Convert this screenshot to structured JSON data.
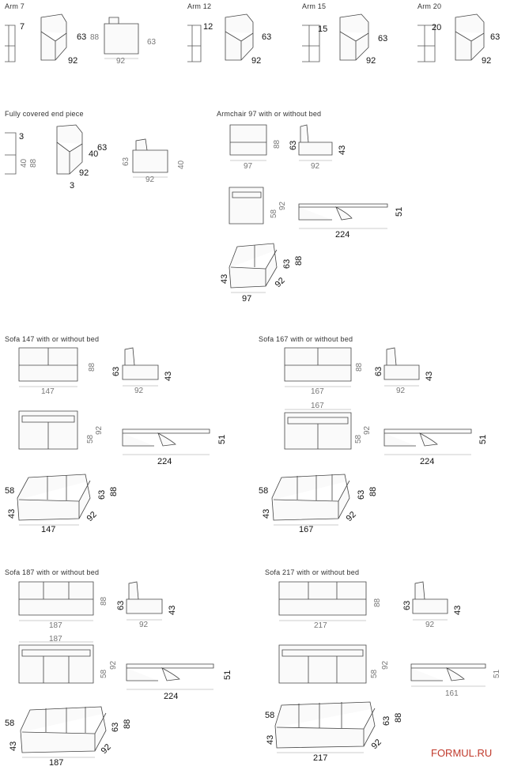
{
  "brand": "FORMUL.RU",
  "arms": [
    {
      "title": "Arm 7",
      "arm": "7",
      "height": "63",
      "total": "88",
      "depth": "92",
      "height2": "63",
      "width": "92"
    },
    {
      "title": "Arm 12",
      "arm": "12",
      "height": "63",
      "depth": "92"
    },
    {
      "title": "Arm 15",
      "arm": "15",
      "height": "63",
      "depth": "92"
    },
    {
      "title": "Arm 20",
      "arm": "20",
      "height": "63",
      "depth": "92"
    }
  ],
  "end_piece": {
    "title": "Fully covered end piece",
    "arm": "3",
    "seat": "40",
    "total": "88",
    "a40": "40",
    "a63": "63",
    "depth": "92",
    "bottom": "3",
    "side_h": "63",
    "side_h2": "40",
    "width": "92"
  },
  "armchair": {
    "title": "Armchair 97 with or without bed",
    "front_w": "97",
    "front_h": "88",
    "side_back": "63",
    "side_seat": "43",
    "side_w": "92",
    "bed_top_58": "58",
    "bed_top_92": "92",
    "bed_side_h": "51",
    "bed_len": "224",
    "iso_43": "43",
    "iso_63": "63",
    "iso_88": "88",
    "iso_92": "92",
    "iso_w": "97"
  },
  "sofas": [
    {
      "title": "Sofa 147 with or without bed",
      "width": "147",
      "front_h": "88",
      "side_63": "63",
      "side_43": "43",
      "side_w": "92",
      "top_w": "",
      "bed_58": "58",
      "bed_92": "92",
      "bed_51": "51",
      "bed_len": "224",
      "iso_58": "58",
      "iso_43": "43",
      "iso_63": "63",
      "iso_88": "88",
      "iso_92": "92",
      "iso_w": "147"
    },
    {
      "title": "Sofa 167 with or without bed",
      "width": "167",
      "front_h": "88",
      "side_63": "63",
      "side_43": "43",
      "side_w": "92",
      "top_w": "167",
      "bed_58": "58",
      "bed_92": "92",
      "bed_51": "51",
      "bed_len": "224",
      "iso_58": "58",
      "iso_43": "43",
      "iso_63": "63",
      "iso_88": "88",
      "iso_92": "92",
      "iso_w": "167"
    },
    {
      "title": "Sofa 187 with or without bed",
      "width": "187",
      "front_h": "88",
      "side_63": "63",
      "side_43": "43",
      "side_w": "92",
      "top_w": "187",
      "bed_58": "58",
      "bed_92": "92",
      "bed_51": "51",
      "bed_len": "224",
      "iso_58": "58",
      "iso_43": "43",
      "iso_63": "63",
      "iso_88": "88",
      "iso_92": "92",
      "iso_w": "187"
    },
    {
      "title": "Sofa 217 with or without bed",
      "width": "217",
      "front_h": "88",
      "side_63": "63",
      "side_43": "43",
      "side_w": "92",
      "top_w": "",
      "bed_58": "58",
      "bed_92": "92",
      "bed_51": "51",
      "bed_len": "161",
      "iso_58": "58",
      "iso_43": "43",
      "iso_63": "63",
      "iso_88": "88",
      "iso_92": "92",
      "iso_w": "217"
    }
  ]
}
